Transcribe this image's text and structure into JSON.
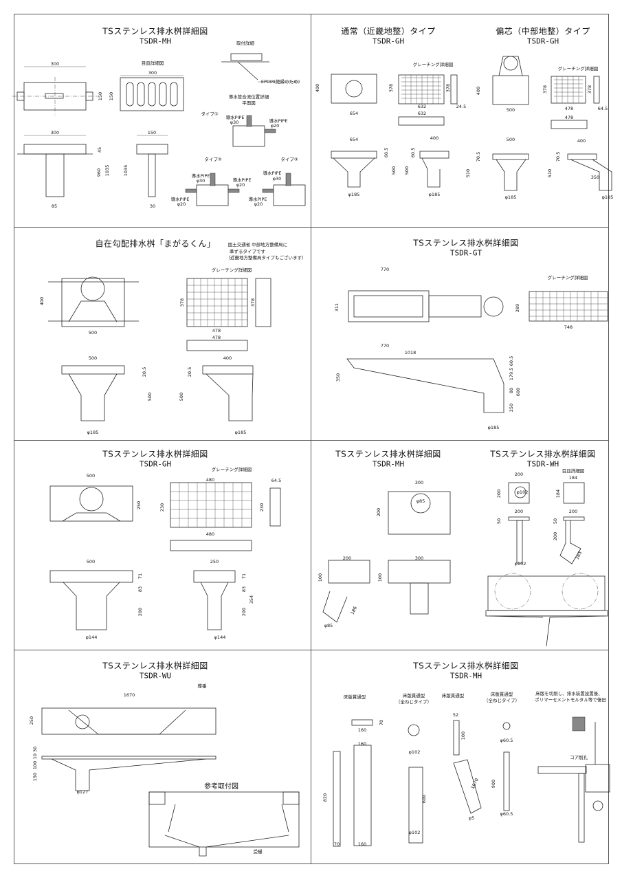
{
  "panels": [
    {
      "title": "TSステンレス排水桝詳細図",
      "model": "TSDR-MH",
      "labels": [
        "300",
        "150",
        "目皿詳細図",
        "300",
        "150",
        "取付詳細",
        "EPDM(絶縁のため)",
        "導水管合流位置詳細",
        "平面図",
        "タイプ①",
        "導水PIPE",
        "φ30",
        "導水PIPE",
        "φ20",
        "300",
        "45",
        "960",
        "1035",
        "85",
        "150",
        "1035",
        "30",
        "タイプ②",
        "導水PIPE",
        "φ30",
        "導水PIPE",
        "φ20",
        "導水PIPE",
        "φ20",
        "タイプ③",
        "導水PIPE",
        "φ30",
        "導水PIPE",
        "φ20"
      ]
    },
    {
      "title": "通常（近畿地整）タイプ",
      "model": "TSDR-GH",
      "title2": "偏芯（中部地整）タイプ",
      "model2": "TSDR-GH",
      "labels": [
        "グレーチング詳細図",
        "400",
        "654",
        "378",
        "632",
        "378",
        "632",
        "24.5",
        "654",
        "60.5",
        "500",
        "φ185",
        "400",
        "60.5",
        "500",
        "φ185",
        "グレーチング詳細図",
        "400",
        "500",
        "378",
        "378",
        "478",
        "64.5",
        "478",
        "500",
        "70.5",
        "510",
        "φ185",
        "400",
        "70.5",
        "510",
        "350",
        "φ185"
      ]
    },
    {
      "title": "自在勾配排水桝「まがるくん」",
      "notes": [
        "国土交通省 中部地方整備局に",
        "準ずるタイプです",
        "（近畿地方整備局タイプもございます）"
      ],
      "labels": [
        "グレーチング詳細図",
        "400",
        "500",
        "378",
        "378",
        "478",
        "478",
        "500",
        "20.5",
        "500",
        "φ185",
        "400",
        "20.5",
        "500",
        "φ185"
      ]
    },
    {
      "title": "TSステンレス排水桝詳細図",
      "model": "TSDR-GT",
      "labels": [
        "770",
        "311",
        "グレーチング詳細図",
        "289",
        "748",
        "770",
        "1018",
        "350",
        "60.5",
        "179.5",
        "80",
        "250",
        "600",
        "φ185"
      ]
    },
    {
      "title": "TSステンレス排水桝詳細図",
      "model": "TSDR-GH",
      "labels": [
        "グレーチング詳細図",
        "500",
        "250",
        "480",
        "230",
        "64.5",
        "230",
        "480",
        "500",
        "71",
        "83",
        "200",
        "φ144",
        "250",
        "71",
        "83",
        "200",
        "354",
        "φ144"
      ]
    },
    {
      "title": "TSステンレス排水桝詳細図",
      "model": "TSDR-MH",
      "title2": "TSステンレス排水桝詳細図",
      "model2": "TSDR-WH",
      "labels": [
        "300",
        "200",
        "φ85",
        "200",
        "100",
        "300",
        "100",
        "186",
        "φ85",
        "200",
        "200",
        "φ102",
        "目皿詳細図",
        "184",
        "184",
        "200",
        "50",
        "200",
        "50",
        "200",
        "163",
        "φ102"
      ]
    },
    {
      "title": "TSステンレス排水桝詳細図",
      "model": "TSDR-WU",
      "labels": [
        "1670",
        "蝶番",
        "250",
        "10 30",
        "100",
        "150",
        "φ127",
        "参考取付図",
        "受樋"
      ]
    },
    {
      "title": "TSステンレス排水桝詳細図",
      "model": "TSDR-MH",
      "labels": [
        "床版貫通型",
        "床版貫通型",
        "（全ねじタイプ）",
        "床版貫通型",
        "床版貫通型",
        "（全ねじタイプ）",
        "床版を切削し、排水装置設置後、",
        "ポリマーセメントモルタル等で復旧",
        "70",
        "160",
        "160",
        "820",
        "70",
        "160",
        "φ102",
        "600",
        "φ102",
        "52",
        "100",
        "1070",
        "φ5",
        "φ60.5",
        "900",
        "φ60.5",
        "コア削孔"
      ]
    }
  ]
}
